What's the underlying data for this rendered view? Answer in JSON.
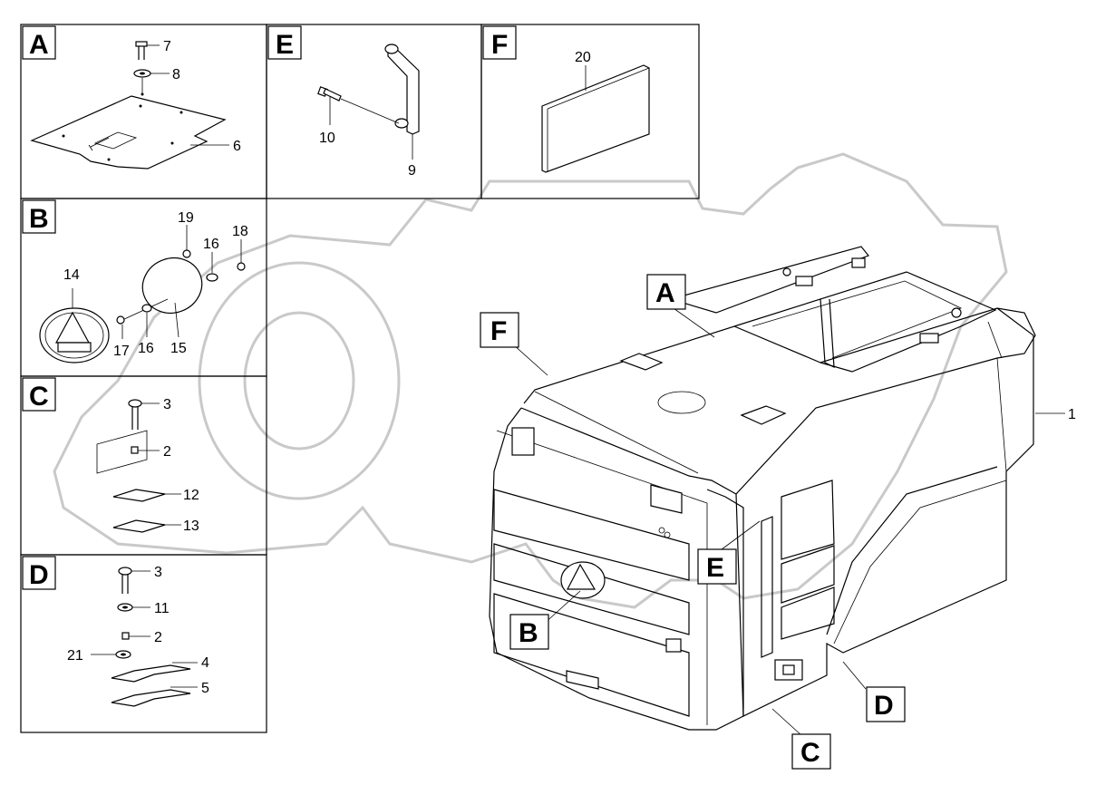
{
  "corner_mark": "",
  "panels": [
    {
      "letter": "A",
      "parts": [
        "7",
        "8",
        "6"
      ]
    },
    {
      "letter": "E",
      "parts": [
        "10",
        "9"
      ]
    },
    {
      "letter": "F",
      "parts": [
        "20"
      ]
    },
    {
      "letter": "B",
      "parts": [
        "19",
        "16",
        "18",
        "14",
        "17",
        "16",
        "15"
      ]
    },
    {
      "letter": "C",
      "parts": [
        "3",
        "2",
        "12",
        "13"
      ]
    },
    {
      "letter": "D",
      "parts": [
        "3",
        "11",
        "2",
        "21",
        "4",
        "5"
      ]
    }
  ],
  "main_callouts": [
    "A",
    "F",
    "E",
    "B",
    "D",
    "C"
  ],
  "main_part": "1"
}
